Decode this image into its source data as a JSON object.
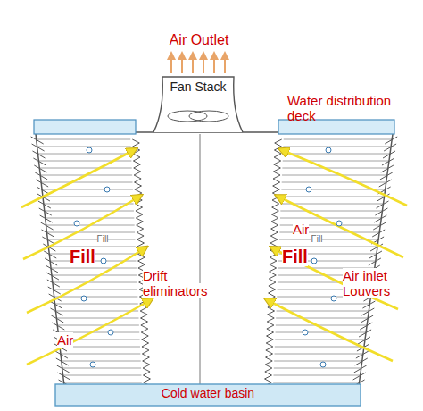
{
  "diagram": {
    "nodes": [
      {
        "text": [
          "Fan Stack"
        ]
      },
      {
        "text": [
          "Cold water basin"
        ]
      }
    ],
    "labels": [
      "Air Outlet",
      "Water distribution deck",
      "Air",
      "Fill",
      "Fill",
      "Fill",
      "Fill",
      "Drift eliminators",
      "Air inlet Louvers",
      "Air"
    ]
  }
}
